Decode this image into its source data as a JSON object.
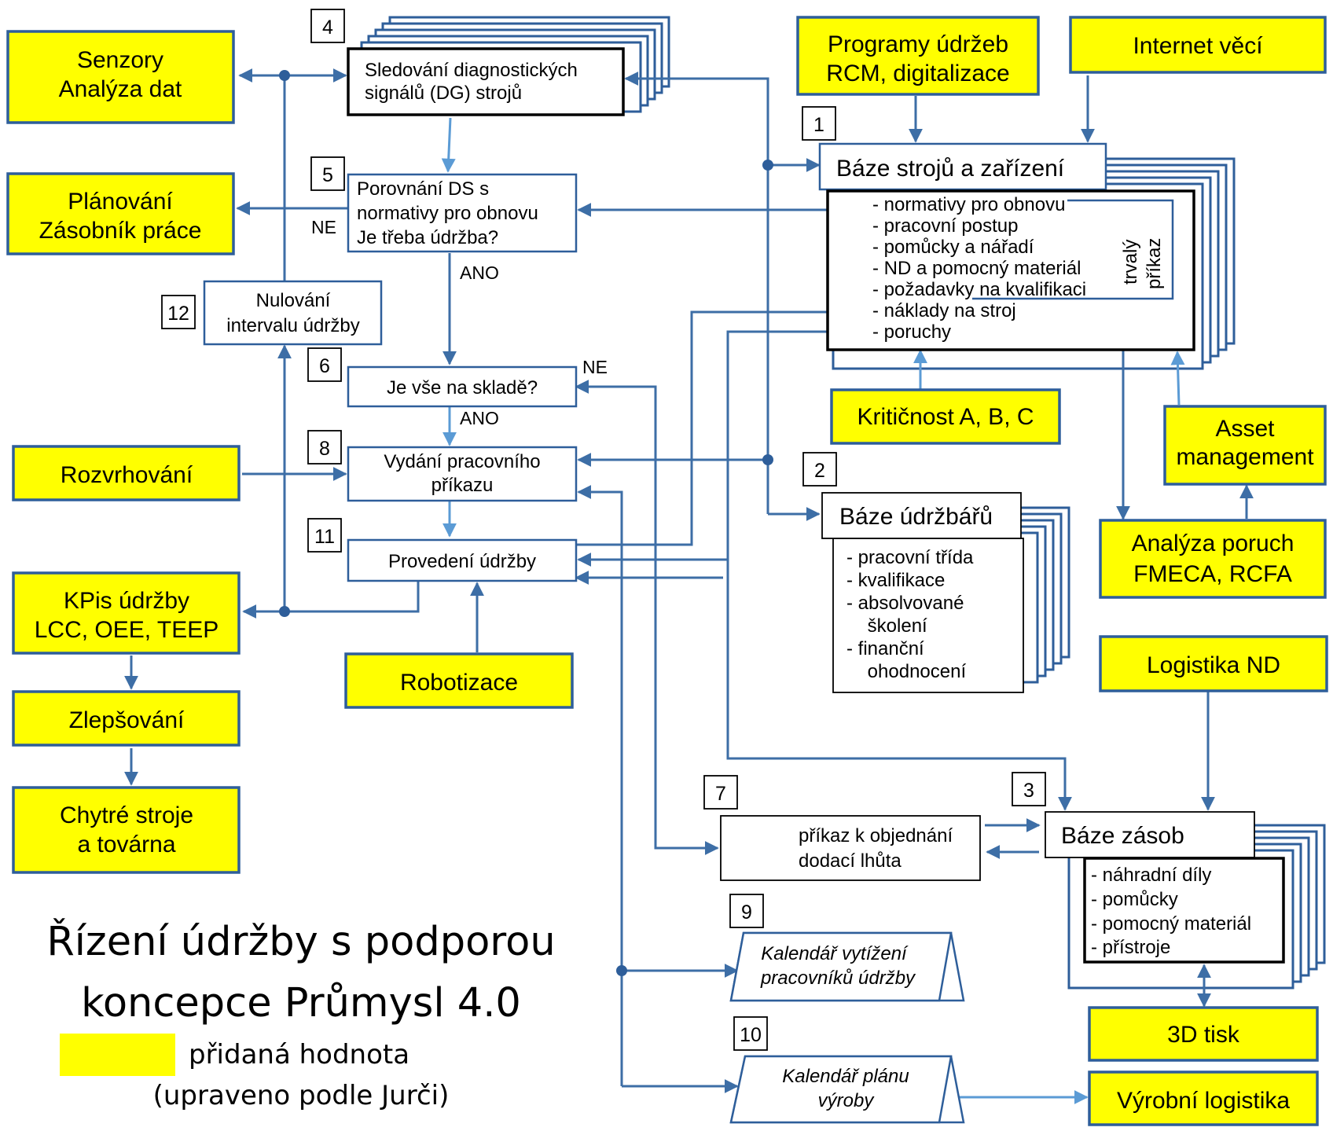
{
  "title": {
    "line1": "Řízení údržby s podporou",
    "line2": "koncepce Průmysl 4.0"
  },
  "legend": {
    "label": "přidaná hodnota",
    "source": "(upraveno podle Jurči)",
    "color": "#ffff00"
  },
  "colors": {
    "accent": "#ffff00",
    "line": "#3d6ea6",
    "line_light": "#5b9bd5",
    "border": "#2e5e9a"
  },
  "numbers": {
    "n1": "1",
    "n2": "2",
    "n3": "3",
    "n4": "4",
    "n5": "5",
    "n6": "6",
    "n7": "7",
    "n8": "8",
    "n9": "9",
    "n10": "10",
    "n11": "11",
    "n12": "12"
  },
  "yellow": {
    "senzory": [
      "Senzory",
      "Analýza dat"
    ],
    "planovani": [
      "Plánování",
      "Zásobník práce"
    ],
    "rozvrhovani": "Rozvrhování",
    "kpis": [
      "KPis údržby",
      "LCC, OEE, TEEP"
    ],
    "zlepsovani": "Zlepšování",
    "chytre": [
      "Chytré stroje",
      "a továrna"
    ],
    "robotizace": "Robotizace",
    "programy": [
      "Programy údržeb",
      "RCM, digitalizace"
    ],
    "internet": "Internet věcí",
    "kriticnost": "Kritičnost A, B, C",
    "asset": [
      "Asset",
      "management"
    ],
    "analyza": [
      "Analýza poruch",
      "FMECA, RCFA"
    ],
    "logistika": "Logistika ND",
    "tisk": "3D tisk",
    "vyrobni": "Výrobní logistika"
  },
  "process": {
    "sledovani": [
      "Sledování diagnostických",
      "signálů (DG) strojů"
    ],
    "porovnani": [
      "Porovnání DS s",
      "normativy pro obnovu",
      "Je třeba údržba?"
    ],
    "nulovani": [
      "Nulování",
      "intervalu údržby"
    ],
    "sklad": "Je vše na skladě?",
    "vydani": [
      "Vydání pracovního",
      "příkazu"
    ],
    "provedeni": "Provedení údržby",
    "objednani": [
      "příkaz k objednání",
      "dodací lhůta"
    ],
    "kal_vytizeni": [
      "Kalendář vytížení",
      "pracovníků údržby"
    ],
    "kal_planu": [
      "Kalendář plánu",
      "výroby"
    ]
  },
  "labels": {
    "ne1": "NE",
    "ano1": "ANO",
    "ne2": "NE",
    "ano2": "ANO"
  },
  "baze_stroju": {
    "title": "Báze strojů a zařízení",
    "items": [
      "-  normativy pro obnovu",
      "-  pracovní postup",
      "-  pomůcky a nářadí",
      "-  ND a pomocný materiál",
      "-  požadavky na kvalifikaci",
      "-  náklady na stroj",
      "-  poruchy"
    ],
    "side": [
      "trvalý",
      "příkaz"
    ]
  },
  "baze_udrzbaru": {
    "title": "Báze údržbářů",
    "items": [
      "-  pracovní třída",
      "-  kvalifikace",
      "-  absolvované",
      "    školení",
      "-  finanční",
      "    ohodnocení"
    ]
  },
  "baze_zasob": {
    "title": "Báze zásob",
    "items": [
      "-  náhradní díly",
      "-  pomůcky",
      "-  pomocný materiál",
      "-  přístroje"
    ]
  }
}
